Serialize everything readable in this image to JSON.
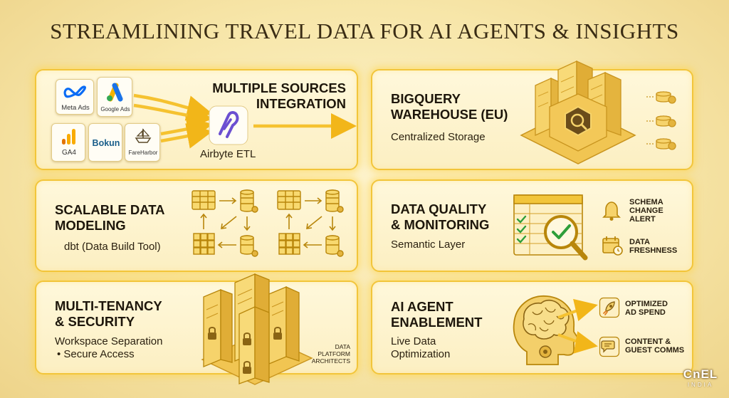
{
  "title": "STREAMLINING TRAVEL DATA FOR AI AGENTS & INSIGHTS",
  "colors": {
    "gold": "#f2c53a",
    "dark_gold": "#b8860b",
    "background": "#f7e6a9",
    "text": "#241c10"
  },
  "sources": {
    "heading": "MULTIPLE SOURCES\nINTEGRATION",
    "logos": {
      "meta": "Meta Ads",
      "google": "Google Ads",
      "ga4": "GA4",
      "bokun": "Bokun",
      "fareharbor": "FareHarbor"
    },
    "etl_label": "Airbyte ETL"
  },
  "warehouse": {
    "heading": "BIGQUERY\nWAREHOUSE (EU)",
    "subtitle": "Centralized Storage"
  },
  "modeling": {
    "heading": "SCALABLE DATA\nMODELING",
    "subtitle": "dbt (Data Build Tool)"
  },
  "quality": {
    "heading": "DATA QUALITY\n& MONITORING",
    "subtitle": "Semantic Layer",
    "alert_label": "SCHEMA\nCHANGE\nALERT",
    "freshness_label": "DATA\nFRESHNESS"
  },
  "security": {
    "heading": "MULTI-TENANCY\n& SECURITY",
    "subtitle_line1": "Workspace Separation",
    "subtitle_line2": "• Secure Access",
    "caption": "DATA\nPLATFORM\nARCHITECTS"
  },
  "ai": {
    "heading": "AI AGENT\nENABLEMENT",
    "subtitle_line1": "Live Data",
    "subtitle_line2": "Optimization",
    "outcome_1": "OPTIMIZED\nAD SPEND",
    "outcome_2": "CONTENT &\nGUEST COMMS"
  },
  "brand": {
    "name": "CnEL",
    "sub": "INDIA"
  }
}
